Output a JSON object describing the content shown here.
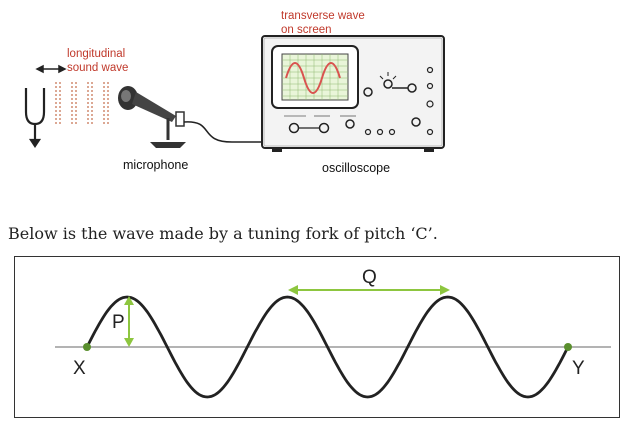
{
  "apparatus": {
    "label_longitudinal_line1": "longitudinal",
    "label_longitudinal_line2": "sound wave",
    "label_transverse_line1": "transverse wave",
    "label_transverse_line2": "on screen",
    "label_microphone": "microphone",
    "label_oscilloscope": "oscilloscope"
  },
  "intro_text": "Below is the wave made by a tuning fork of pitch ‘C’.",
  "wave": {
    "label_p": "P",
    "label_q": "Q",
    "label_x": "X",
    "label_y": "Y",
    "cycles": 3,
    "colors": {
      "wave": "#222222",
      "axis": "#9a9a9a",
      "arrow": "#8dc63f",
      "point": "#5a8f2e"
    }
  }
}
